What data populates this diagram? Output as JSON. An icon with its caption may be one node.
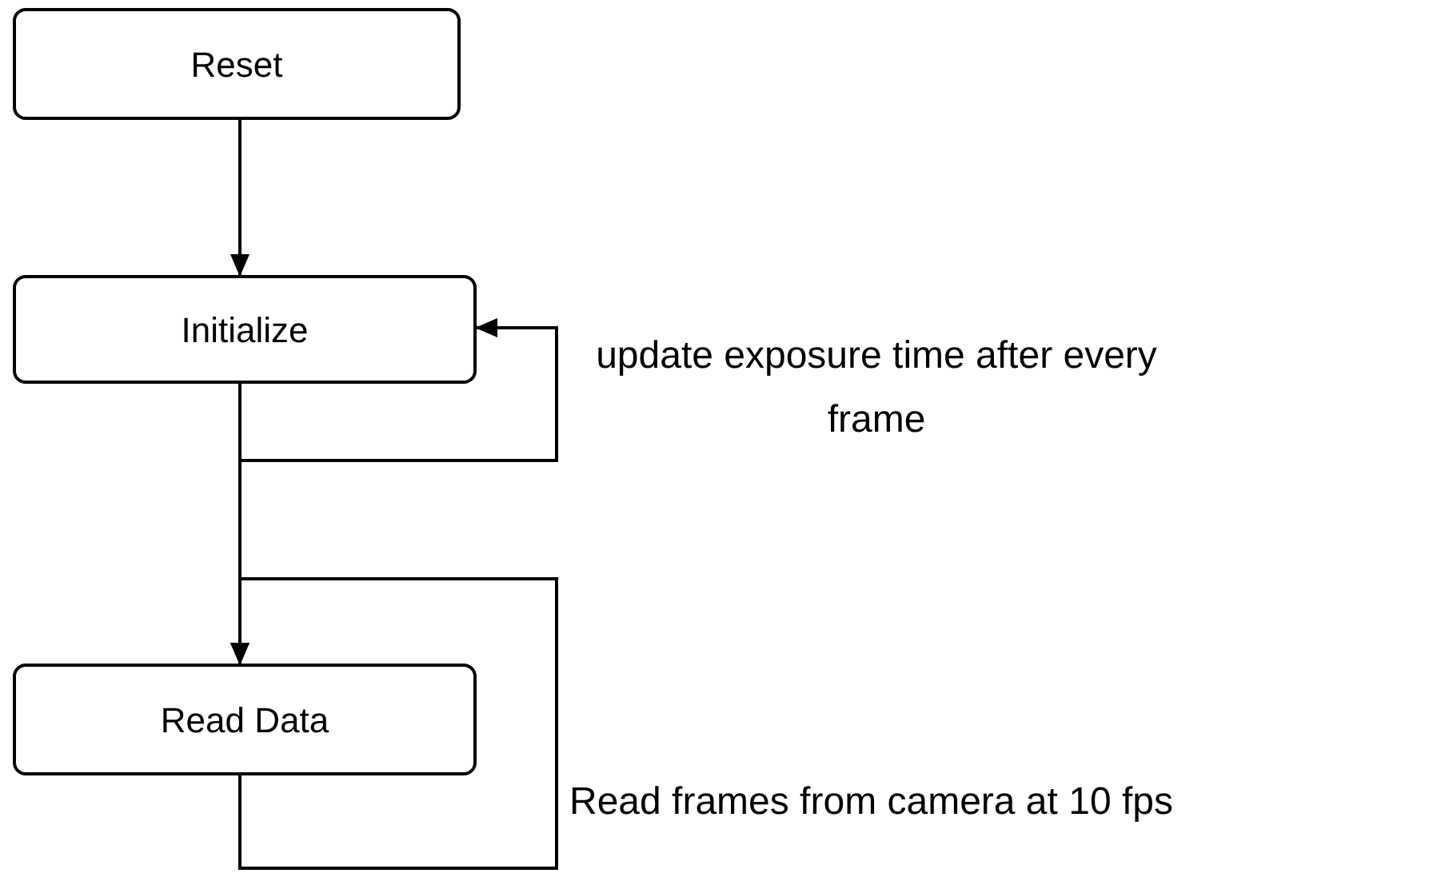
{
  "diagram": {
    "nodes": [
      {
        "text": [
          "Reset"
        ]
      },
      {
        "text": [
          "Initialize"
        ]
      },
      {
        "text": [
          "Read Data"
        ]
      }
    ],
    "edges": [
      {
        "from": 0,
        "to": 1,
        "arrow": "to"
      },
      {
        "from": 1,
        "to": 1,
        "arrow": "to",
        "label": "update exposure time after every frame"
      },
      {
        "from": 1,
        "to": 2,
        "arrow": "to"
      },
      {
        "from": 2,
        "to": 2,
        "arrow": "to",
        "label": "Read frames from camera at 10 fps"
      }
    ]
  }
}
